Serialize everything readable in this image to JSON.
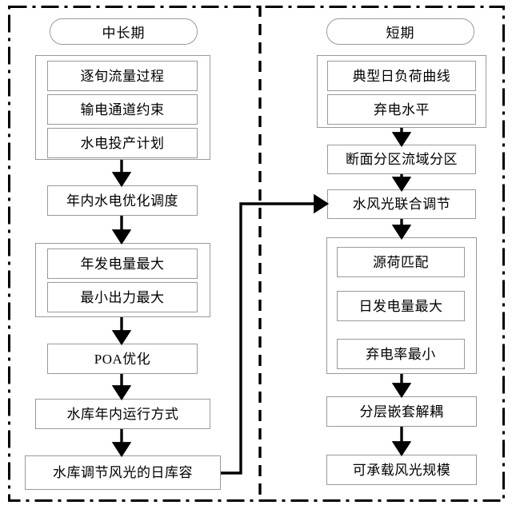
{
  "figure": {
    "title": "",
    "panels": [
      {
        "id": "mid-long-term",
        "header": "中长期",
        "nodes": [
          {
            "id": "ml-input-group",
            "type": "group",
            "items": [
              "逐旬流量过程",
              "输电通道约束",
              "水电投产计划"
            ]
          },
          {
            "id": "ml-schedule",
            "type": "box",
            "label": "年内水电优化调度"
          },
          {
            "id": "ml-objective-group",
            "type": "group",
            "items": [
              "年发电量最大",
              "最小出力最大"
            ]
          },
          {
            "id": "ml-poa",
            "type": "box",
            "label": "POA优化"
          },
          {
            "id": "ml-operation",
            "type": "box",
            "label": "水库年内运行方式"
          },
          {
            "id": "ml-daily-capacity",
            "type": "box",
            "label": "水库调节风光的日库容"
          }
        ]
      },
      {
        "id": "short-term",
        "header": "短期",
        "nodes": [
          {
            "id": "st-input-group",
            "type": "group",
            "items": [
              "典型日负荷曲线",
              "弃电水平"
            ]
          },
          {
            "id": "st-zoning",
            "type": "box",
            "label": "断面分区流域分区"
          },
          {
            "id": "st-joint-regulation",
            "type": "box",
            "label": "水风光联合调节"
          },
          {
            "id": "st-objective-group",
            "type": "group",
            "items": [
              "源荷匹配",
              "日发电量最大",
              "弃电率最小"
            ]
          },
          {
            "id": "st-decoupling",
            "type": "box",
            "label": "分层嵌套解耦"
          },
          {
            "id": "st-capacity",
            "type": "box",
            "label": "可承载风光规模"
          }
        ]
      }
    ],
    "cross_link": {
      "from": "水库调节风光的日库容",
      "to": "水风光联合调节",
      "label": ""
    },
    "colors": {
      "box_border": "#9a9a9a",
      "frame": "#000000",
      "arrow": "#000000",
      "text": "#000000",
      "background": "#ffffff"
    }
  }
}
